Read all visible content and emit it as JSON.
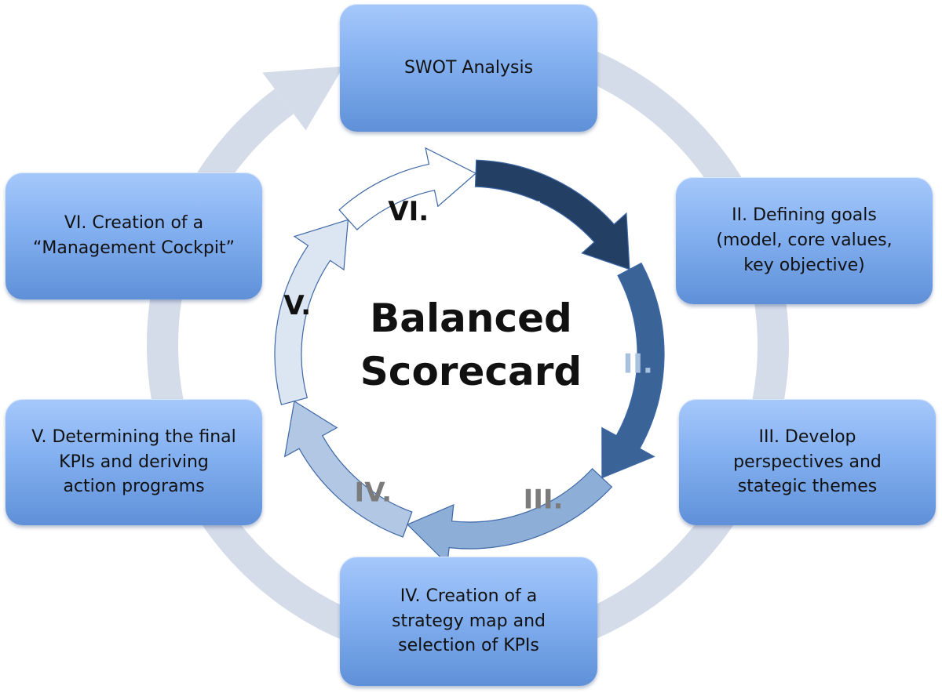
{
  "title": "Balanced\nScorecard",
  "steps": {
    "swot": "SWOT Analysis",
    "ii": "II. Defining goals\n(model, core values,\nkey objective)",
    "iii": "III. Develop\nperspectives and\nstategic themes",
    "iv": "IV. Creation of a\nstrategy map and\nselection of KPIs",
    "v": "V. Determining the final\nKPIs and deriving\naction programs",
    "vi": "VI. Creation of a\n“Management Cockpit”"
  },
  "cycle": {
    "labels": [
      "I.",
      "II.",
      "III.",
      "IV.",
      "V.",
      "VI."
    ],
    "colors": [
      "#233f63",
      "#3a6397",
      "#8daed6",
      "#b2c7e4",
      "#dce6f3",
      "#ffffff"
    ],
    "label_colors": [
      "#ffffff",
      "#a9c0de",
      "#7b7b7b",
      "#7b7b7b",
      "#111111",
      "#111111"
    ],
    "outline": "#3d67a6"
  },
  "outer_ring_color": "#d5dce9",
  "box_gradient": [
    "#a6c8fb",
    "#5f90d8"
  ]
}
